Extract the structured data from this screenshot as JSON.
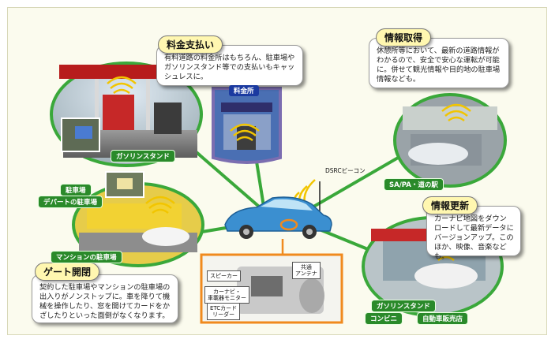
{
  "bubbles": {
    "payment": {
      "title": "料金支払い",
      "body": "有料道路の料金所はもちろん、駐車場やガソリンスタンド等での支払いもキャッシュレスに。"
    },
    "info": {
      "title": "情報取得",
      "body": "休憩所等において、最新の道路情報がわかるので、安全で安心な運転が可能に。併せて観光情報や目的地の駐車場情報なども。"
    },
    "update": {
      "title": "情報更新",
      "body": "カーナビ地図をダウンロードして最新データにバージョンアップ。このほか、映像、音楽なども。"
    },
    "gate": {
      "title": "ゲート開閉",
      "body": "契約した駐車場やマンションの駐車場の出入りがノンストップに。車を降りて機械を操作したり、窓を開けてカードをかざしたりといった面倒がなくなります。"
    }
  },
  "labels": {
    "gas_station": "ガソリンスタンド",
    "toll_gate": "料金所",
    "sa_pa": "SA/PA・道の駅",
    "parking": "駐車場",
    "dept_parking": "デパートの駐車場",
    "mansion_parking": "マンションの駐車場",
    "gas_station_2": "ガソリンスタンド",
    "convenience": "コンビニ",
    "car_dealer": "自動車販売店",
    "dsrc_beacon": "DSRCビーコン"
  },
  "inset": {
    "speaker": "スピーカー",
    "carnavi": "カーナビ・\n車載器モニター",
    "etc_reader": "ETCカード\nリーダー",
    "antenna": "共通\nアンテナ"
  },
  "colors": {
    "green_line": "#3aa83a",
    "green_label": "#2a8a2a",
    "blue_label": "#1b3aa0",
    "title_yellow": "#fff7b0",
    "inset_orange": "#f08a1e",
    "wave_yellow": "#f2c500"
  }
}
